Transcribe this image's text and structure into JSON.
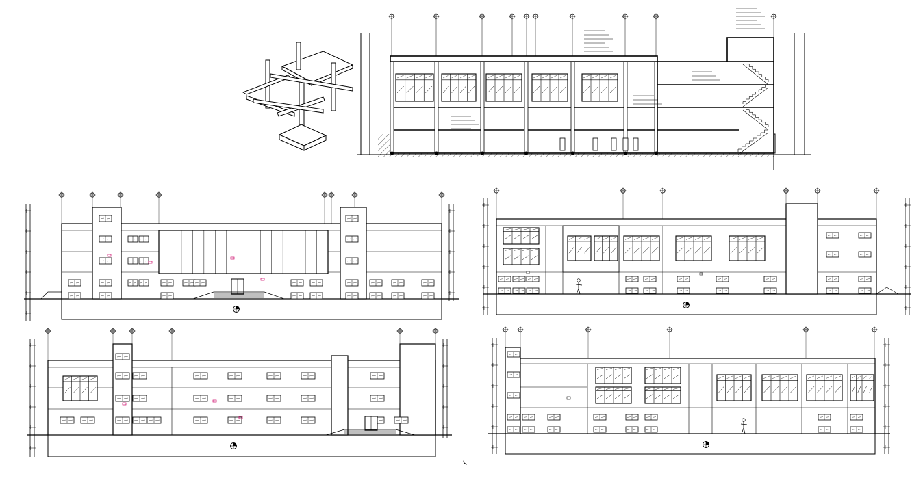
{
  "colors": {
    "line": "#000000",
    "background": "#ffffff",
    "accent_marks": "#cc0066"
  },
  "drawing": {
    "sheet_type": "cad-architectural-drawing-sheet"
  },
  "views": [
    {
      "id": "isometric-structural-detail"
    },
    {
      "id": "longitudinal-section"
    },
    {
      "id": "front-elevation"
    },
    {
      "id": "rear-elevation"
    },
    {
      "id": "side-elevation-left"
    },
    {
      "id": "side-elevation-right"
    }
  ],
  "icons": {
    "grid_marker": "circle-grid-bubble-icon",
    "elevation_symbol": "elevation-section-marker-icon",
    "human_scale": "human-figure-icon",
    "stair": "staircase-icon"
  }
}
